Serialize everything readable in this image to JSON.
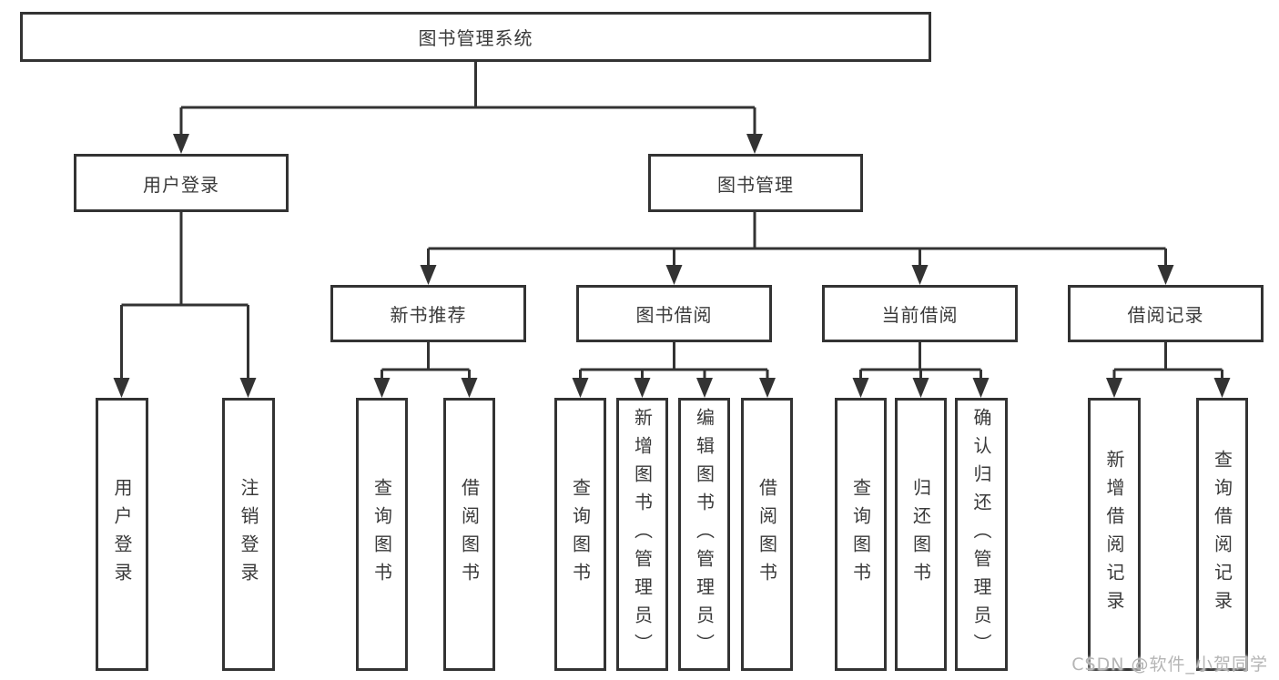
{
  "diagram": {
    "title": "图书管理系统",
    "root": {
      "label": "图书管理系统"
    },
    "level2": [
      {
        "label": "用户登录"
      },
      {
        "label": "图书管理"
      }
    ],
    "level3": [
      {
        "label": "新书推荐"
      },
      {
        "label": "图书借阅"
      },
      {
        "label": "当前借阅"
      },
      {
        "label": "借阅记录"
      }
    ],
    "leaves": [
      {
        "label": "用户登录",
        "parent": "用户登录"
      },
      {
        "label": "注销登录",
        "parent": "用户登录"
      },
      {
        "label": "查询图书",
        "parent": "新书推荐"
      },
      {
        "label": "借阅图书",
        "parent": "新书推荐"
      },
      {
        "label": "查询图书",
        "parent": "图书借阅"
      },
      {
        "label": "新增图书（管理员）",
        "parent": "图书借阅"
      },
      {
        "label": "编辑图书（管理员）",
        "parent": "图书借阅"
      },
      {
        "label": "借阅图书",
        "parent": "图书借阅"
      },
      {
        "label": "查询图书",
        "parent": "当前借阅"
      },
      {
        "label": "归还图书",
        "parent": "当前借阅"
      },
      {
        "label": "确认归还（管理员）",
        "parent": "当前借阅"
      },
      {
        "label": "新增借阅记录",
        "parent": "借阅记录"
      },
      {
        "label": "查询借阅记录",
        "parent": "借阅记录"
      }
    ],
    "watermark": "CSDN @软件_小贺同学",
    "colors": {
      "line": "#333333",
      "box_border": "#333333",
      "text": "#3a3a3a",
      "watermark": "#b5b5b5",
      "background": "#ffffff"
    }
  }
}
